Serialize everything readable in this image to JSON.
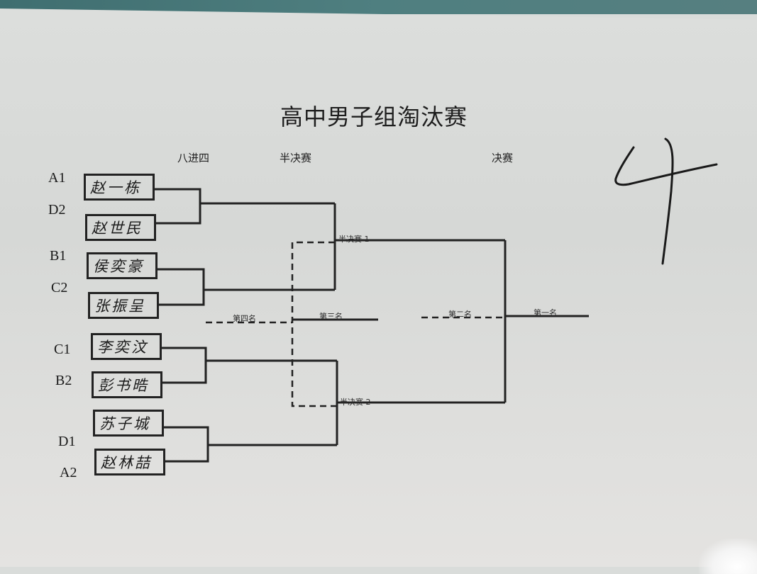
{
  "title": "高中男子组淘汰赛",
  "rounds": {
    "quarterfinal": "八进四",
    "semifinal": "半决赛",
    "final": "决赛"
  },
  "entries": [
    {
      "seed": "A1",
      "name": "赵一栋"
    },
    {
      "seed": "D2",
      "name": "赵世民"
    },
    {
      "seed": "B1",
      "name": "侯奕豪"
    },
    {
      "seed": "C2",
      "name": "张振呈"
    },
    {
      "seed": "C1",
      "name": "李奕汶"
    },
    {
      "seed": "B2",
      "name": "彭书晧"
    },
    {
      "seed": "D1",
      "name": "苏子城"
    },
    {
      "seed": "A2",
      "name": "赵林喆"
    }
  ],
  "bracket_labels": {
    "semi1": "半决赛 1",
    "semi2": "半决赛 2",
    "fourth": "第四名",
    "third": "第三名",
    "second": "第二名",
    "first": "第一名"
  },
  "handwritten_mark": "4",
  "colors": {
    "ink": "#222222",
    "paper": "#dcdedc",
    "background": "#4f7f80"
  }
}
